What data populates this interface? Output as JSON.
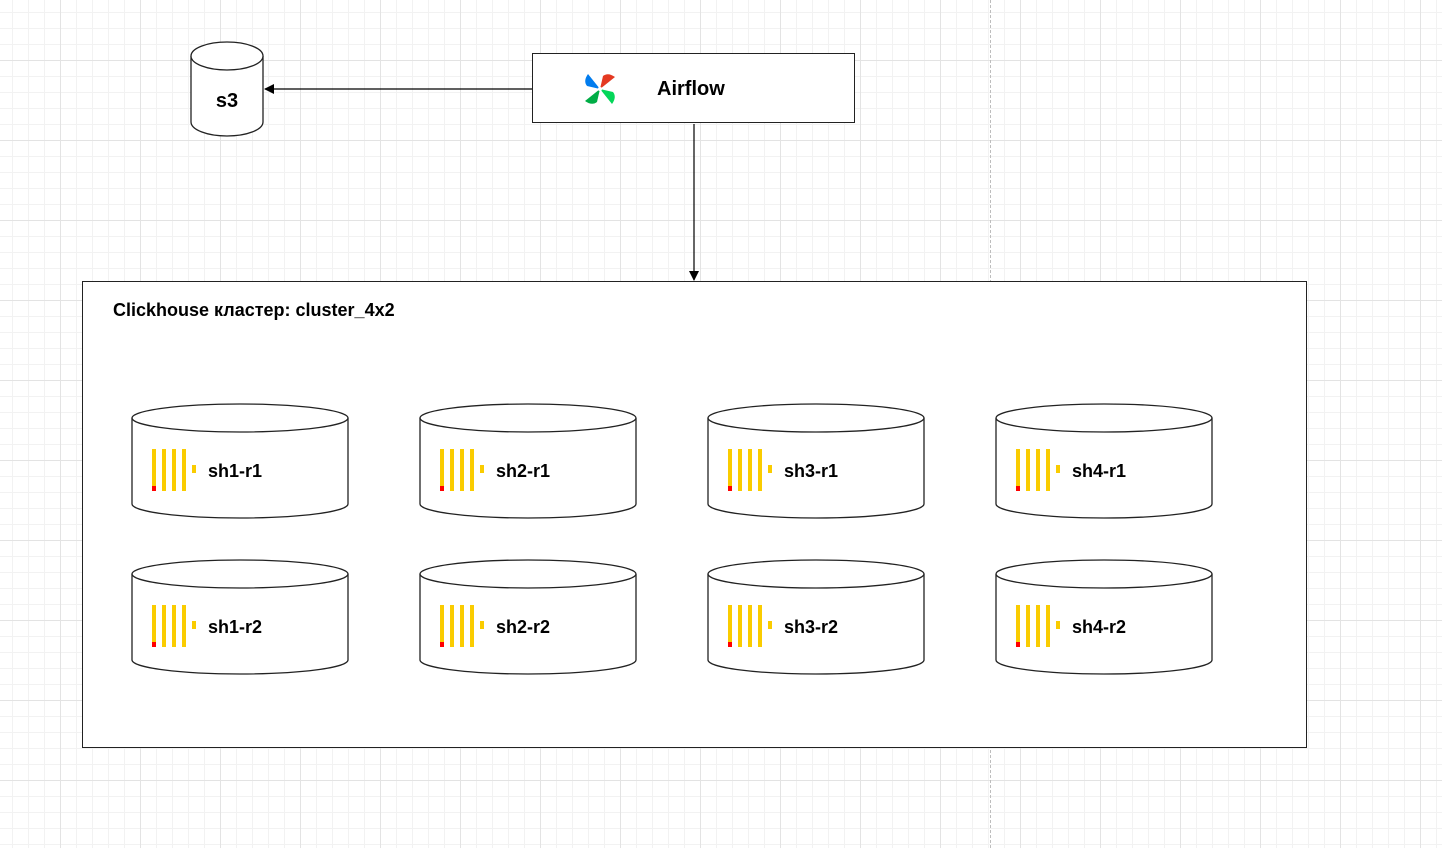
{
  "airflow": {
    "label": "Airflow",
    "icon": "airflow-pinwheel-icon"
  },
  "s3": {
    "label": "s3",
    "icon": "database-cylinder-icon"
  },
  "cluster": {
    "title": "Clickhouse кластер: cluster_4x2",
    "node_icon": "clickhouse-logo-icon",
    "rows": [
      [
        "sh1-r1",
        "sh2-r1",
        "sh3-r1",
        "sh4-r1"
      ],
      [
        "sh1-r2",
        "sh2-r2",
        "sh3-r2",
        "sh4-r2"
      ]
    ]
  },
  "colors": {
    "clickhouse_yellow": "#FACC00",
    "clickhouse_red": "#FF0000",
    "airflow_blue": "#017CEE",
    "airflow_teal": "#00AD46",
    "airflow_red": "#E43921",
    "airflow_green": "#04D659",
    "stroke": "#222222"
  }
}
